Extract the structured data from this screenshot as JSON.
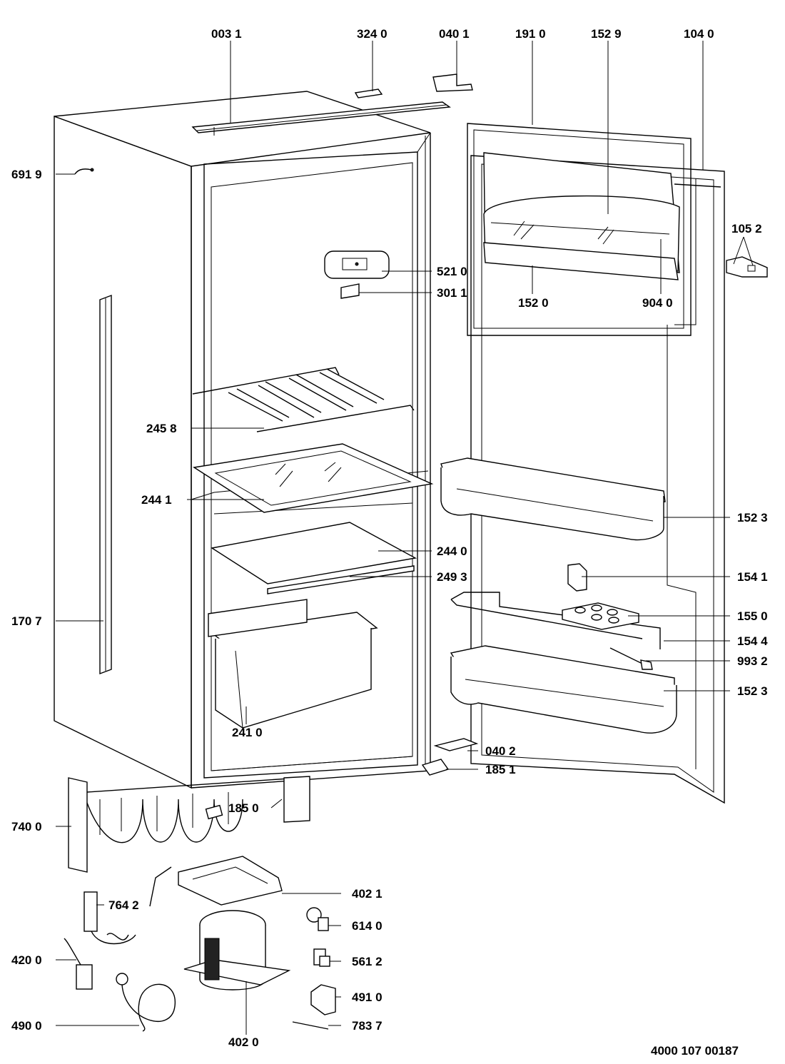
{
  "diagram": {
    "document_number": "4000 107 00187",
    "callouts": [
      {
        "id": "c0031",
        "label": "003 1"
      },
      {
        "id": "c3240",
        "label": "324 0"
      },
      {
        "id": "c0401",
        "label": "040 1"
      },
      {
        "id": "c1910",
        "label": "191 0"
      },
      {
        "id": "c1529",
        "label": "152 9"
      },
      {
        "id": "c1040",
        "label": "104 0"
      },
      {
        "id": "c6919",
        "label": "691 9"
      },
      {
        "id": "c1052",
        "label": "105 2"
      },
      {
        "id": "c5210",
        "label": "521 0"
      },
      {
        "id": "c3011",
        "label": "301 1"
      },
      {
        "id": "c1520",
        "label": "152 0"
      },
      {
        "id": "c9040",
        "label": "904 0"
      },
      {
        "id": "c2458",
        "label": "245 8"
      },
      {
        "id": "c2441",
        "label": "244 1"
      },
      {
        "id": "c1523a",
        "label": "152 3"
      },
      {
        "id": "c2440",
        "label": "244 0"
      },
      {
        "id": "c2493",
        "label": "249 3"
      },
      {
        "id": "c1541",
        "label": "154 1"
      },
      {
        "id": "c1707",
        "label": "170 7"
      },
      {
        "id": "c1550",
        "label": "155 0"
      },
      {
        "id": "c1544",
        "label": "154 4"
      },
      {
        "id": "c9932",
        "label": "993 2"
      },
      {
        "id": "c1523b",
        "label": "152 3"
      },
      {
        "id": "c2410",
        "label": "241 0"
      },
      {
        "id": "c0402",
        "label": "040 2"
      },
      {
        "id": "c1851",
        "label": "185 1"
      },
      {
        "id": "c1850",
        "label": "185 0"
      },
      {
        "id": "c7400",
        "label": "740 0"
      },
      {
        "id": "c4021",
        "label": "402 1"
      },
      {
        "id": "c7642",
        "label": "764 2"
      },
      {
        "id": "c6140",
        "label": "614 0"
      },
      {
        "id": "c4200",
        "label": "420 0"
      },
      {
        "id": "c5612",
        "label": "561 2"
      },
      {
        "id": "c4910",
        "label": "491 0"
      },
      {
        "id": "c4900",
        "label": "490 0"
      },
      {
        "id": "c7837",
        "label": "783 7"
      },
      {
        "id": "c4020",
        "label": "402 0"
      }
    ]
  }
}
